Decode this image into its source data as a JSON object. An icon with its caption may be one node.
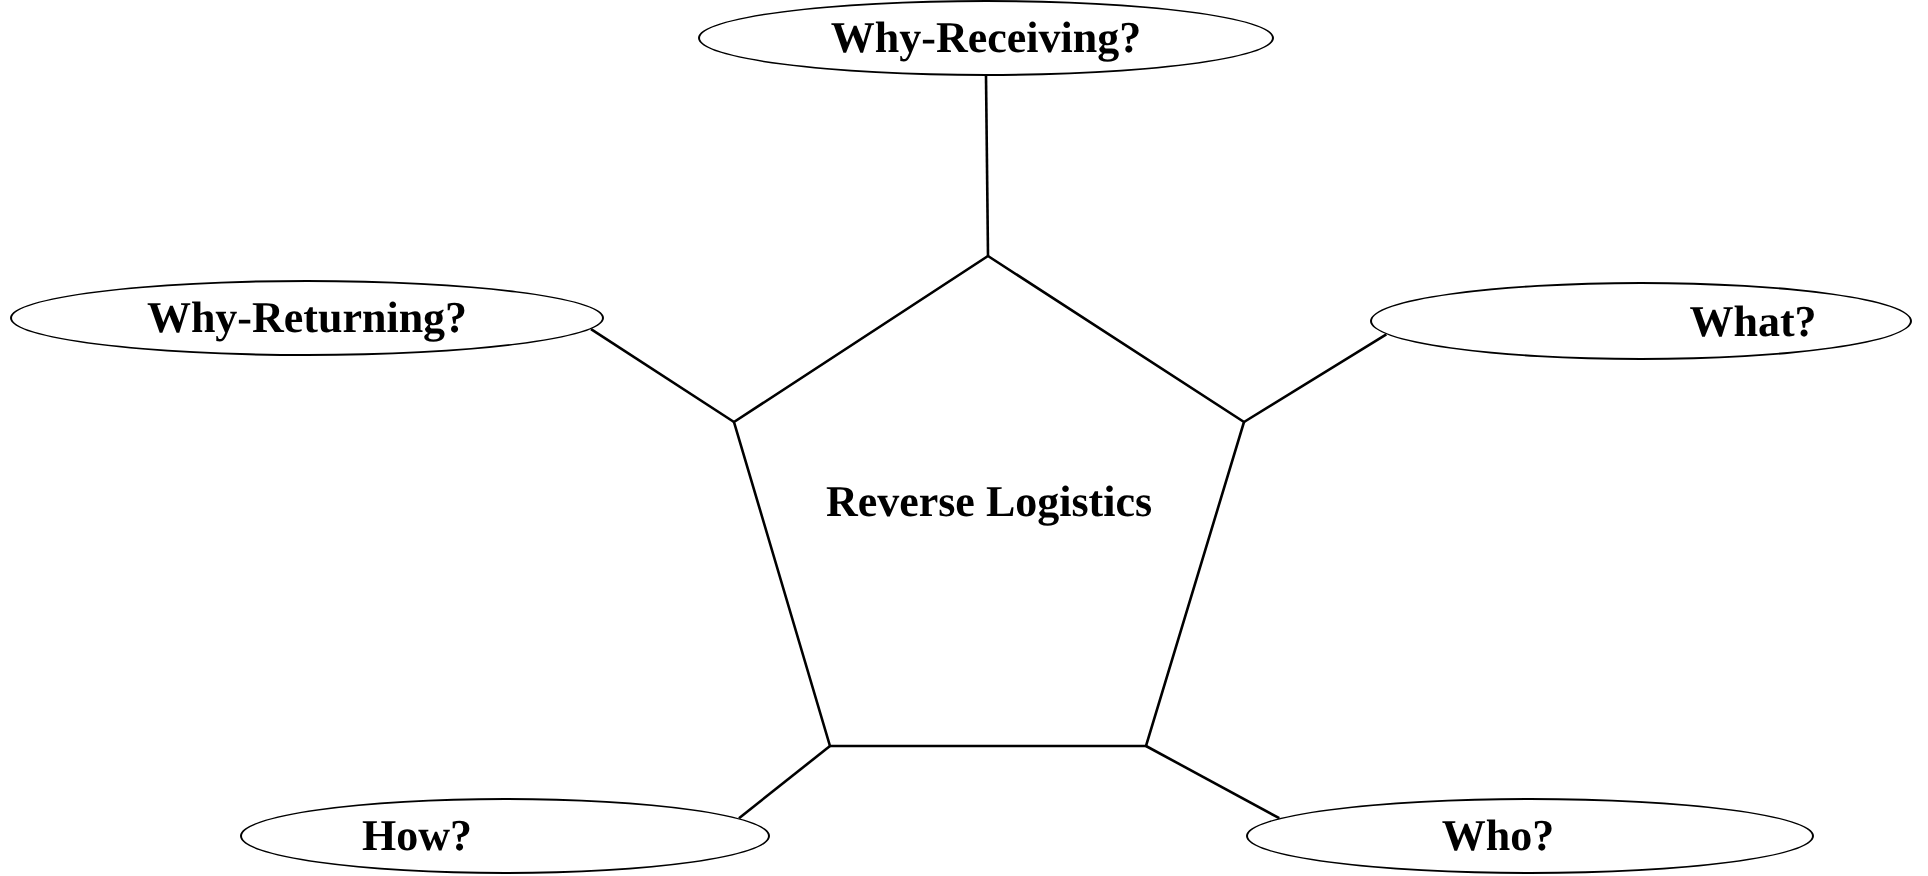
{
  "diagram": {
    "nodes": [
      {
        "text": [
          "Why-Receiving?"
        ]
      },
      {
        "text": [
          "Why-Returning?"
        ]
      },
      {
        "text": [
          "What?"
        ]
      },
      {
        "text": [
          "Reverse Logistics"
        ]
      },
      {
        "text": [
          "How?"
        ]
      },
      {
        "text": [
          "Who?"
        ]
      }
    ],
    "edges": [
      {
        "from": 3,
        "to": 0,
        "arrow": "none"
      },
      {
        "from": 3,
        "to": 1,
        "arrow": "none"
      },
      {
        "from": 3,
        "to": 2,
        "arrow": "none"
      },
      {
        "from": 3,
        "to": 4,
        "arrow": "none"
      },
      {
        "from": 3,
        "to": 5,
        "arrow": "none"
      }
    ]
  }
}
